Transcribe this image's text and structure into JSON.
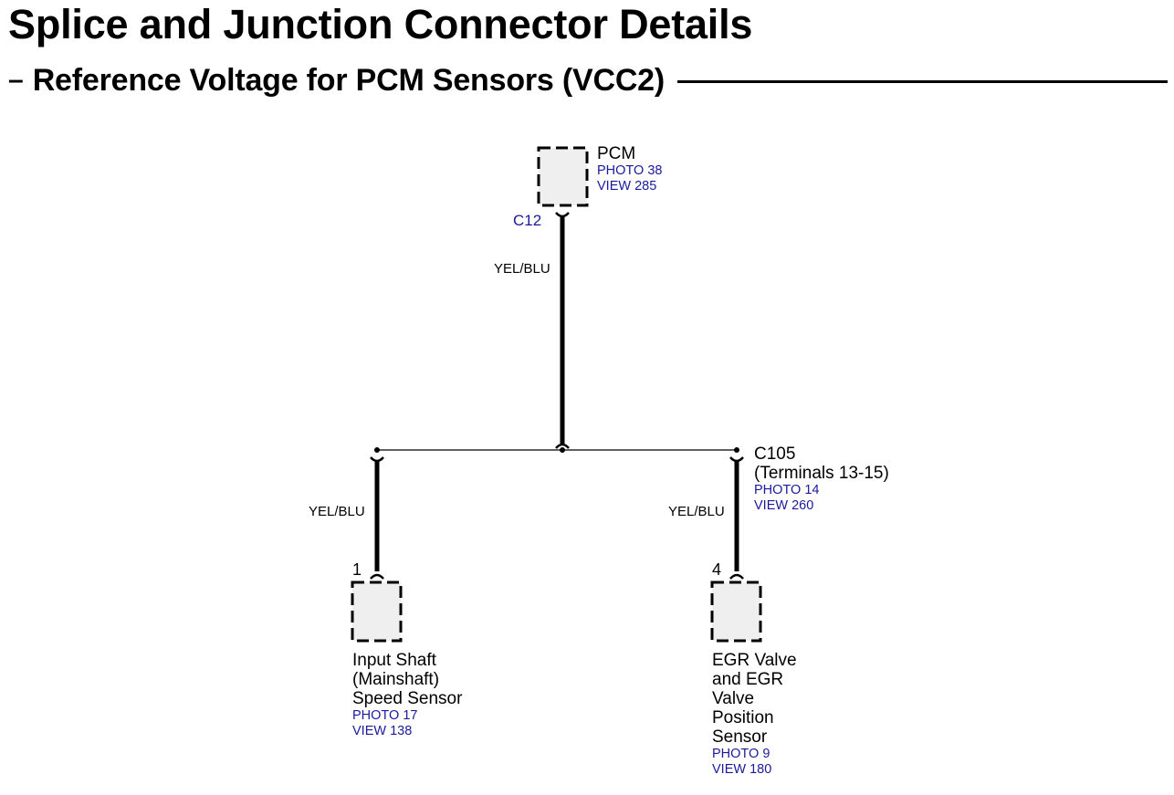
{
  "page": {
    "title": "Splice and Junction Connector Details",
    "subtitle_dash": "–",
    "subtitle": "Reference Voltage for PCM Sensors (VCC2)"
  },
  "pcm": {
    "name": "PCM",
    "photo": "PHOTO 38",
    "view": "VIEW 285",
    "connector": "C12"
  },
  "wires": {
    "main": "YEL/BLU",
    "left": "YEL/BLU",
    "right": "YEL/BLU"
  },
  "junction": {
    "name": "C105",
    "terminals": "(Terminals 13-15)",
    "photo": "PHOTO 14",
    "view": "VIEW 260"
  },
  "input_shaft_sensor": {
    "pin": "1",
    "name_lines": [
      "Input Shaft",
      "(Mainshaft)",
      "Speed Sensor"
    ],
    "photo": "PHOTO 17",
    "view": "VIEW 138"
  },
  "egr_sensor": {
    "pin": "4",
    "name_lines": [
      "EGR Valve",
      "and EGR",
      "Valve",
      "Position",
      "Sensor"
    ],
    "photo": "PHOTO 9",
    "view": "VIEW 180"
  },
  "colors": {
    "reference_blue": "#1a1a9e",
    "component_fill": "#efefef",
    "ink": "#000000"
  }
}
